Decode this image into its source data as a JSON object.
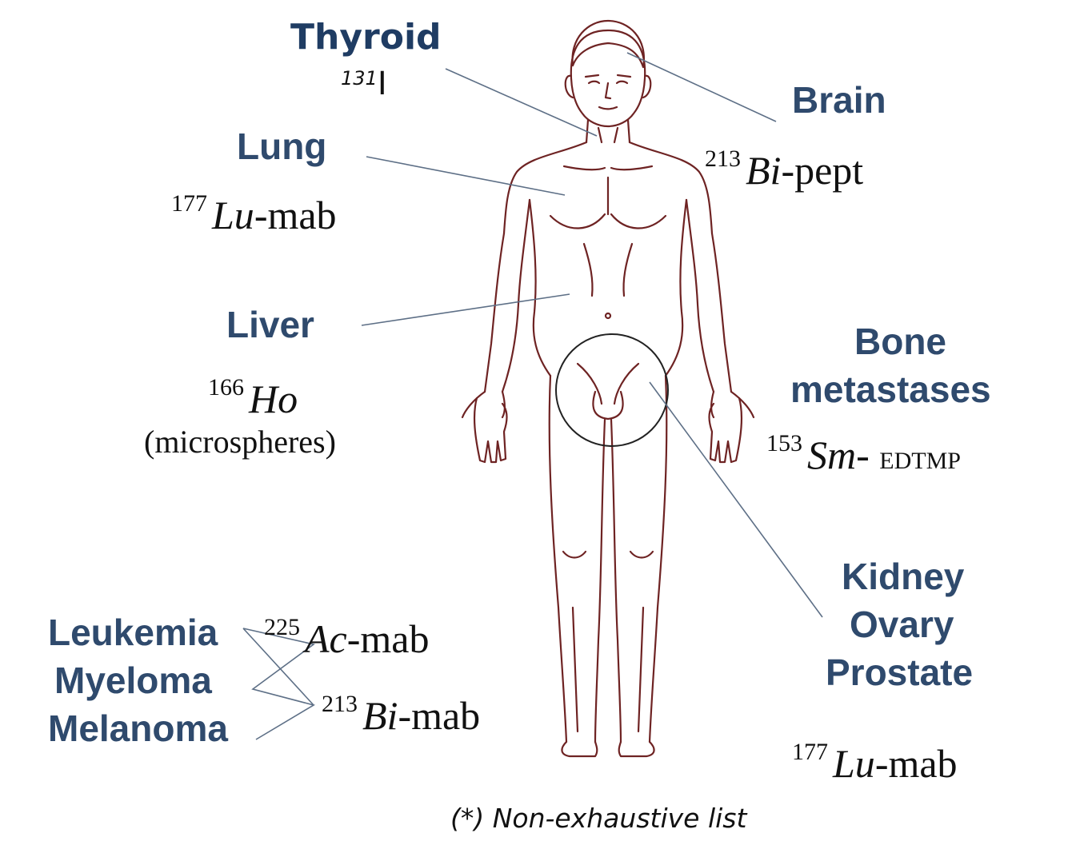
{
  "colors": {
    "label": "#2f4a6d",
    "body_outline": "#6e2323",
    "pointer": "#5d6f86"
  },
  "illustration": "male-body-front-icon",
  "targets": {
    "thyroid": {
      "label": "Thyroid",
      "mass": "131",
      "element": "I",
      "suffix": ""
    },
    "brain": {
      "label": "Brain",
      "mass": "213",
      "element": "Bi",
      "suffix": "-pept"
    },
    "lung": {
      "label": "Lung",
      "mass": "177",
      "element": "Lu",
      "suffix": "-mab"
    },
    "liver": {
      "label": "Liver",
      "mass": "166",
      "element": "Ho",
      "suffix": "",
      "note": "(microspheres)"
    },
    "bone": {
      "label_line1": "Bone",
      "label_line2": "metastases",
      "mass": "153",
      "element": "Sm",
      "suffix": "- ",
      "suffix_small": "EDTMP"
    },
    "kidney": {
      "label_line1": "Kidney",
      "label_line2": "Ovary",
      "label_line3": "Prostate",
      "mass": "177",
      "element": "Lu",
      "suffix": "-mab"
    },
    "hematologic": {
      "labels": [
        "Leukemia",
        "Myeloma",
        "Melanoma"
      ],
      "agents": [
        {
          "mass": "225",
          "element": "Ac",
          "suffix": "-mab"
        },
        {
          "mass": "213",
          "element": "Bi",
          "suffix": "-mab"
        }
      ]
    }
  },
  "footnote": "(*) Non-exhaustive list"
}
